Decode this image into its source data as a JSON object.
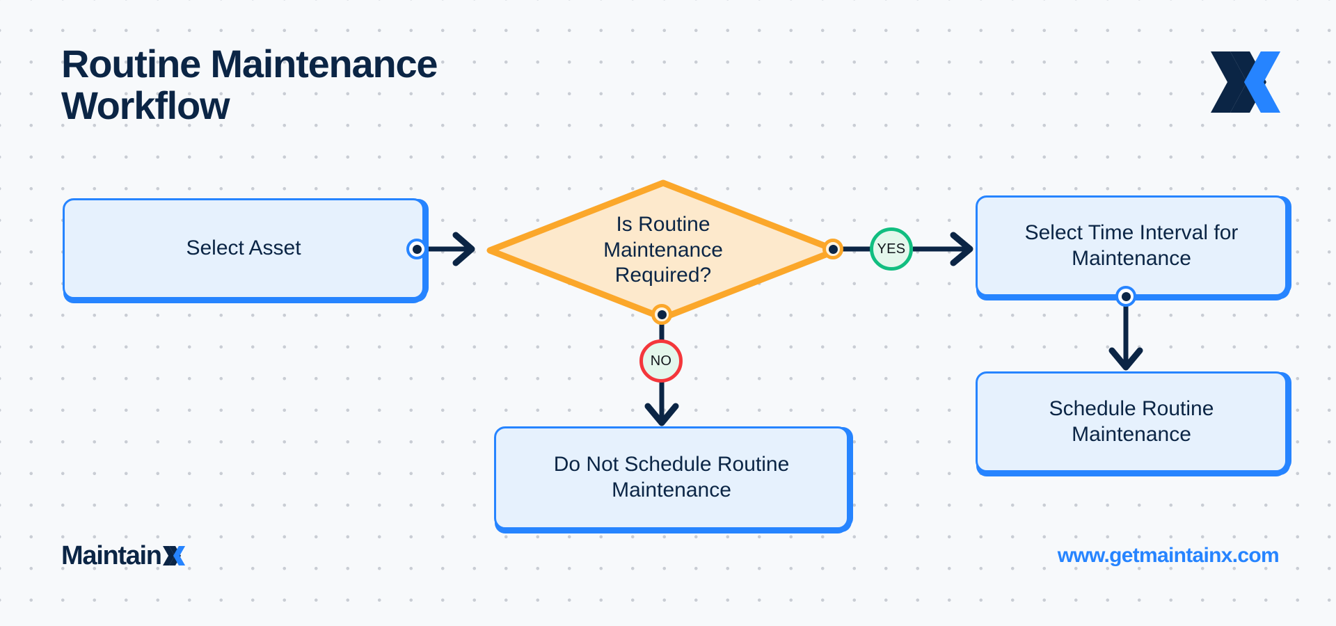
{
  "page": {
    "title_line1": "Routine Maintenance",
    "title_line2": "Workflow",
    "title": "Routine Maintenance\nWorkflow",
    "background_color": "#F7F9FB",
    "dot_grid_color": "#C9CDD4"
  },
  "brand": {
    "mark_name": "maintainx-x-logo",
    "wordmark": "Maintain",
    "wordmark_full": "MaintainX",
    "url": "www.getmaintainx.com",
    "navy": "#0B2545",
    "blue": "#2684FF"
  },
  "diagram": {
    "type": "flowchart",
    "nodes": [
      {
        "id": "select-asset",
        "label": "Select Asset",
        "shape": "process",
        "fill": "#E6F1FD",
        "stroke": "#2684FF"
      },
      {
        "id": "is-routine-maintenance-required",
        "label": "Is Routine\nMaintenance\nRequired?",
        "shape": "decision",
        "fill": "#FDE9CC",
        "stroke": "#FBA72A"
      },
      {
        "id": "select-time-interval",
        "label": "Select Time Interval for\nMaintenance",
        "shape": "process",
        "fill": "#E6F1FD",
        "stroke": "#2684FF"
      },
      {
        "id": "schedule-routine-maintenance",
        "label": "Schedule Routine\nMaintenance",
        "shape": "process",
        "fill": "#E6F1FD",
        "stroke": "#2684FF"
      },
      {
        "id": "do-not-schedule-routine-maintenance",
        "label": "Do Not Schedule Routine\nMaintenance",
        "shape": "process",
        "fill": "#E6F1FD",
        "stroke": "#2684FF"
      }
    ],
    "edges": [
      {
        "from": "select-asset",
        "to": "is-routine-maintenance-required",
        "label": ""
      },
      {
        "from": "is-routine-maintenance-required",
        "to": "select-time-interval",
        "label": "YES",
        "badge_color": "#11BE80"
      },
      {
        "from": "is-routine-maintenance-required",
        "to": "do-not-schedule-routine-maintenance",
        "label": "NO",
        "badge_color": "#F4373B"
      },
      {
        "from": "select-time-interval",
        "to": "schedule-routine-maintenance",
        "label": ""
      }
    ]
  }
}
